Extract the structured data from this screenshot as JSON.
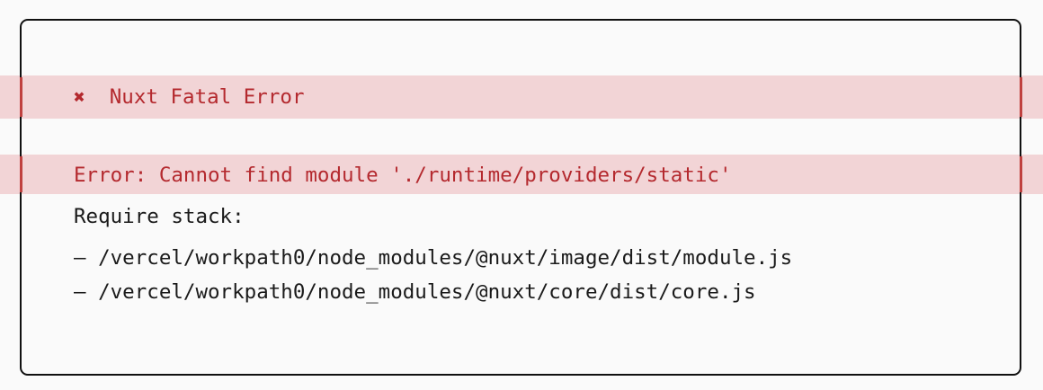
{
  "error_box": {
    "fatal_icon": "✖",
    "fatal_title": "Nuxt Fatal Error",
    "error_message": "Error: Cannot find module './runtime/providers/static'",
    "require_stack_label": "Require stack:",
    "require_stack": [
      "– /vercel/workpath0/node_modules/@nuxt/image/dist/module.js",
      "– /vercel/workpath0/node_modules/@nuxt/core/dist/core.js"
    ],
    "colors": {
      "highlight_band": "#f2d4d6",
      "error_text": "#b4292e",
      "border": "#101010",
      "border_highlight": "#c0413f",
      "background": "#fafafa",
      "body_text": "#1a1a1a"
    }
  }
}
